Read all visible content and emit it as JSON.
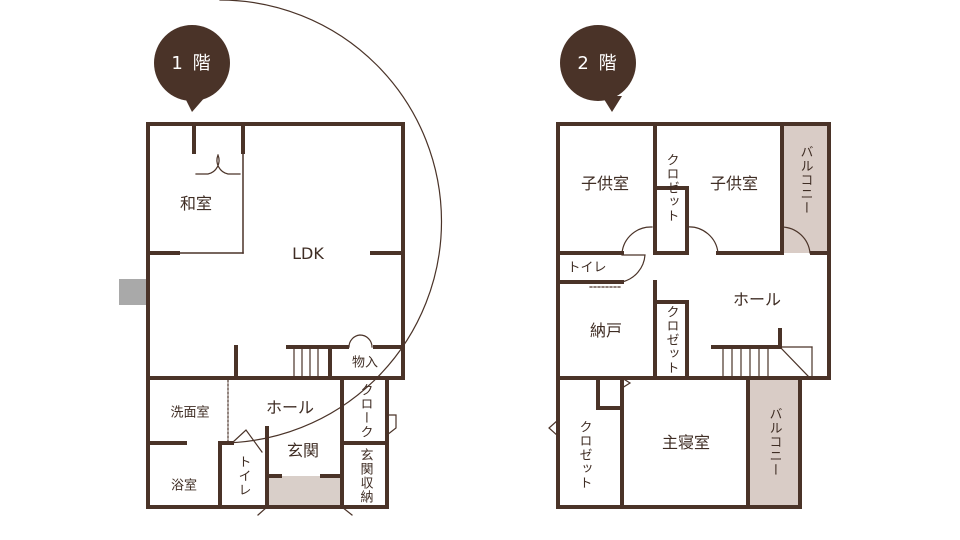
{
  "colors": {
    "wall": "#4a3328",
    "badge": "#4a3328",
    "balcony": "#d9ccc6",
    "entrance": "#d9cfc9",
    "grey": "#a9a9a9"
  },
  "floor1": {
    "badge": "1 階",
    "rooms": {
      "washitsu": "和室",
      "ldk": "LDK",
      "storage": "物入",
      "washroom": "洗面室",
      "hall": "ホール",
      "cloak": "クローク",
      "genkan": "玄関",
      "genkan_storage": "玄関収納",
      "bath": "浴室",
      "toilet": "トイレ"
    }
  },
  "floor2": {
    "badge": "2 階",
    "rooms": {
      "child1": "子供室",
      "closet1": "クロゼット",
      "child2": "子供室",
      "balcony1": "バルコニー",
      "toilet": "トイレ",
      "hall": "ホール",
      "nando": "納戸",
      "closet2": "クロゼット",
      "closet3": "クロゼット",
      "master": "主寝室",
      "balcony2": "バルコニー"
    }
  }
}
